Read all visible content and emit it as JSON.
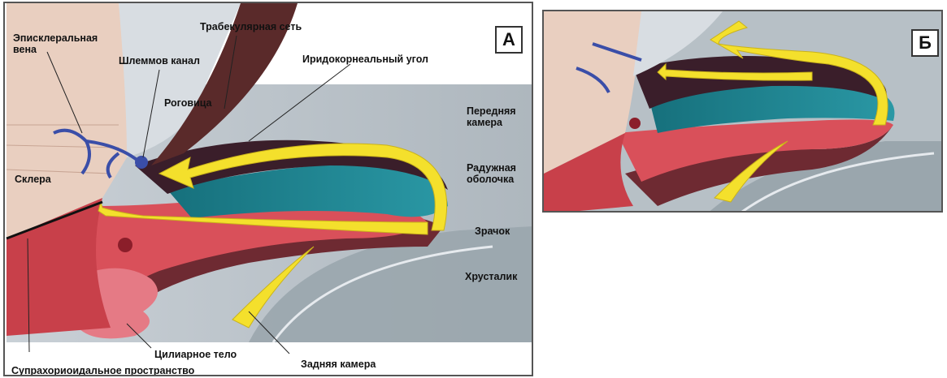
{
  "panel_a": {
    "letter": "А",
    "labels": {
      "episcleral_vein": [
        "Эписклеральная",
        "вена"
      ],
      "trabecular": "Трабекулярная сеть",
      "schlemm": "Шлеммов канал",
      "iridocorneal": "Иридокорнеальный угол",
      "cornea": "Роговица",
      "anterior_chamber": [
        "Передняя",
        "камера"
      ],
      "sclera": "Склера",
      "iris": [
        "Радужная",
        "оболочка"
      ],
      "pupil": "Зрачок",
      "lens": "Хрусталик",
      "ciliary": "Цилиарное тело",
      "posterior": "Задняя камера",
      "suprachoroidal": "Супрахориоидальное пространство"
    }
  },
  "panel_b": {
    "letter": "Б"
  },
  "colors": {
    "flow_arrow": "#f4e02c",
    "sclera": "#e9cfc0",
    "iris_blue": "#1f7f8c",
    "ciliary_red": "#d9505a",
    "lens_gray": "#9aa6ad",
    "vein_blue": "#3a4ea8"
  }
}
